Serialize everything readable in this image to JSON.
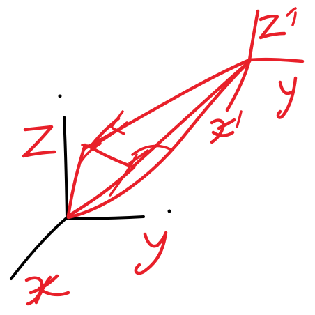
{
  "colors": {
    "ink_black": "#000000",
    "ink_red": "#e8202a",
    "background": "#ffffff"
  },
  "labels": {
    "world_z": "Z",
    "world_y": "y",
    "world_x": "x",
    "local_z": "z'",
    "local_x": "x'",
    "local_y": "y"
  }
}
